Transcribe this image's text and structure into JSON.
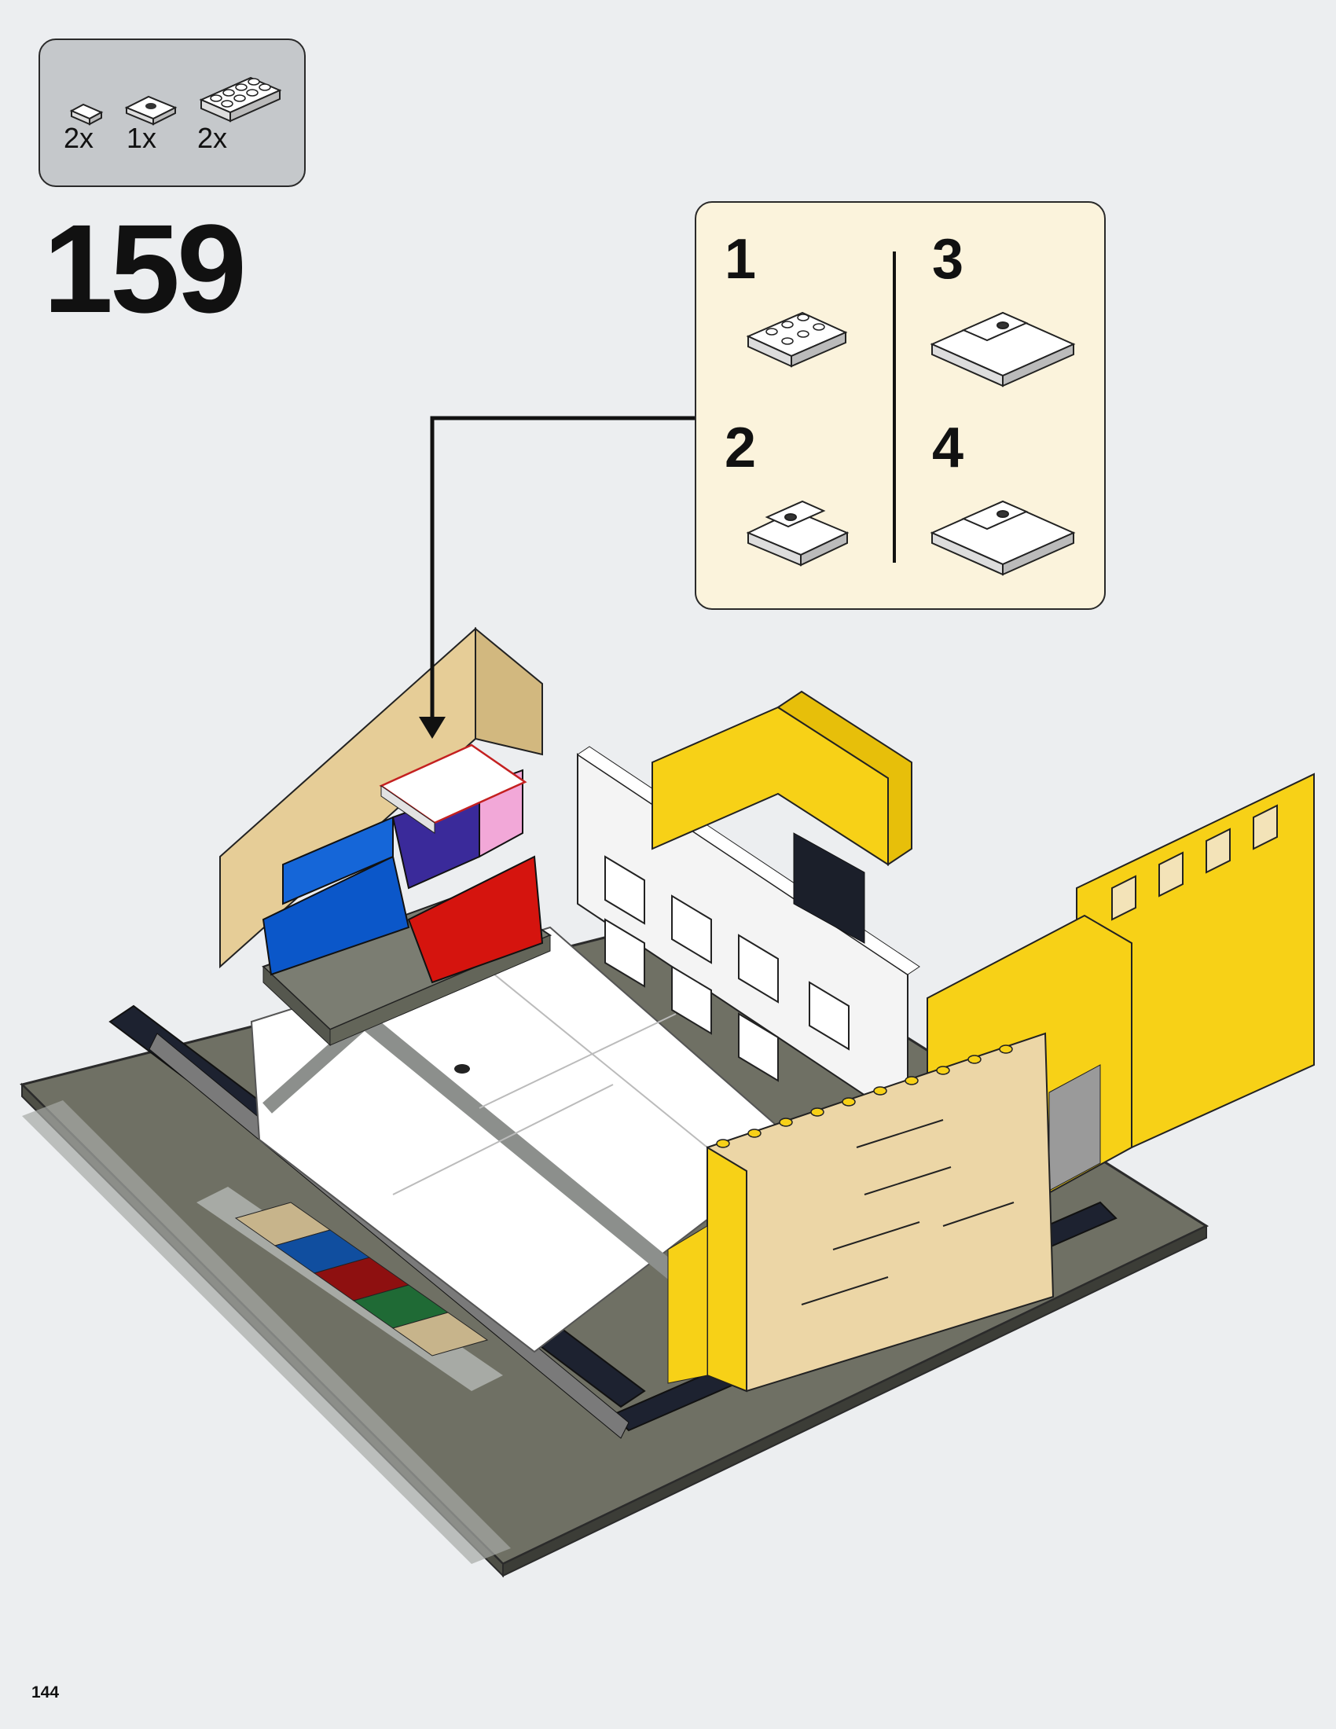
{
  "parts_list": [
    {
      "count": "2x",
      "icon": "tile-1x1-icon"
    },
    {
      "count": "1x",
      "icon": "plate-1x2-jumper-icon"
    },
    {
      "count": "2x",
      "icon": "plate-2x4-icon"
    }
  ],
  "step_number": "159",
  "sub_steps": [
    {
      "number": "1",
      "icon": "plate-2x3-icon"
    },
    {
      "number": "2",
      "icon": "plate-stack-icon"
    },
    {
      "number": "3",
      "icon": "plate-assembly-icon"
    },
    {
      "number": "4",
      "icon": "plate-assembly-complete-icon"
    }
  ],
  "page_number": "144",
  "colors": {
    "background": "#eceef0",
    "parts_box": "#c5c8cb",
    "sub_box": "#fbf3dc",
    "yellow": "#f7d117",
    "tan": "#e7cf99",
    "white": "#ffffff",
    "dark_gray": "#6b6b62",
    "black": "#1b1f2a",
    "blue": "#0b57c9",
    "red": "#d5140e",
    "purple": "#3a2a9a",
    "pink": "#f2a8d8"
  }
}
